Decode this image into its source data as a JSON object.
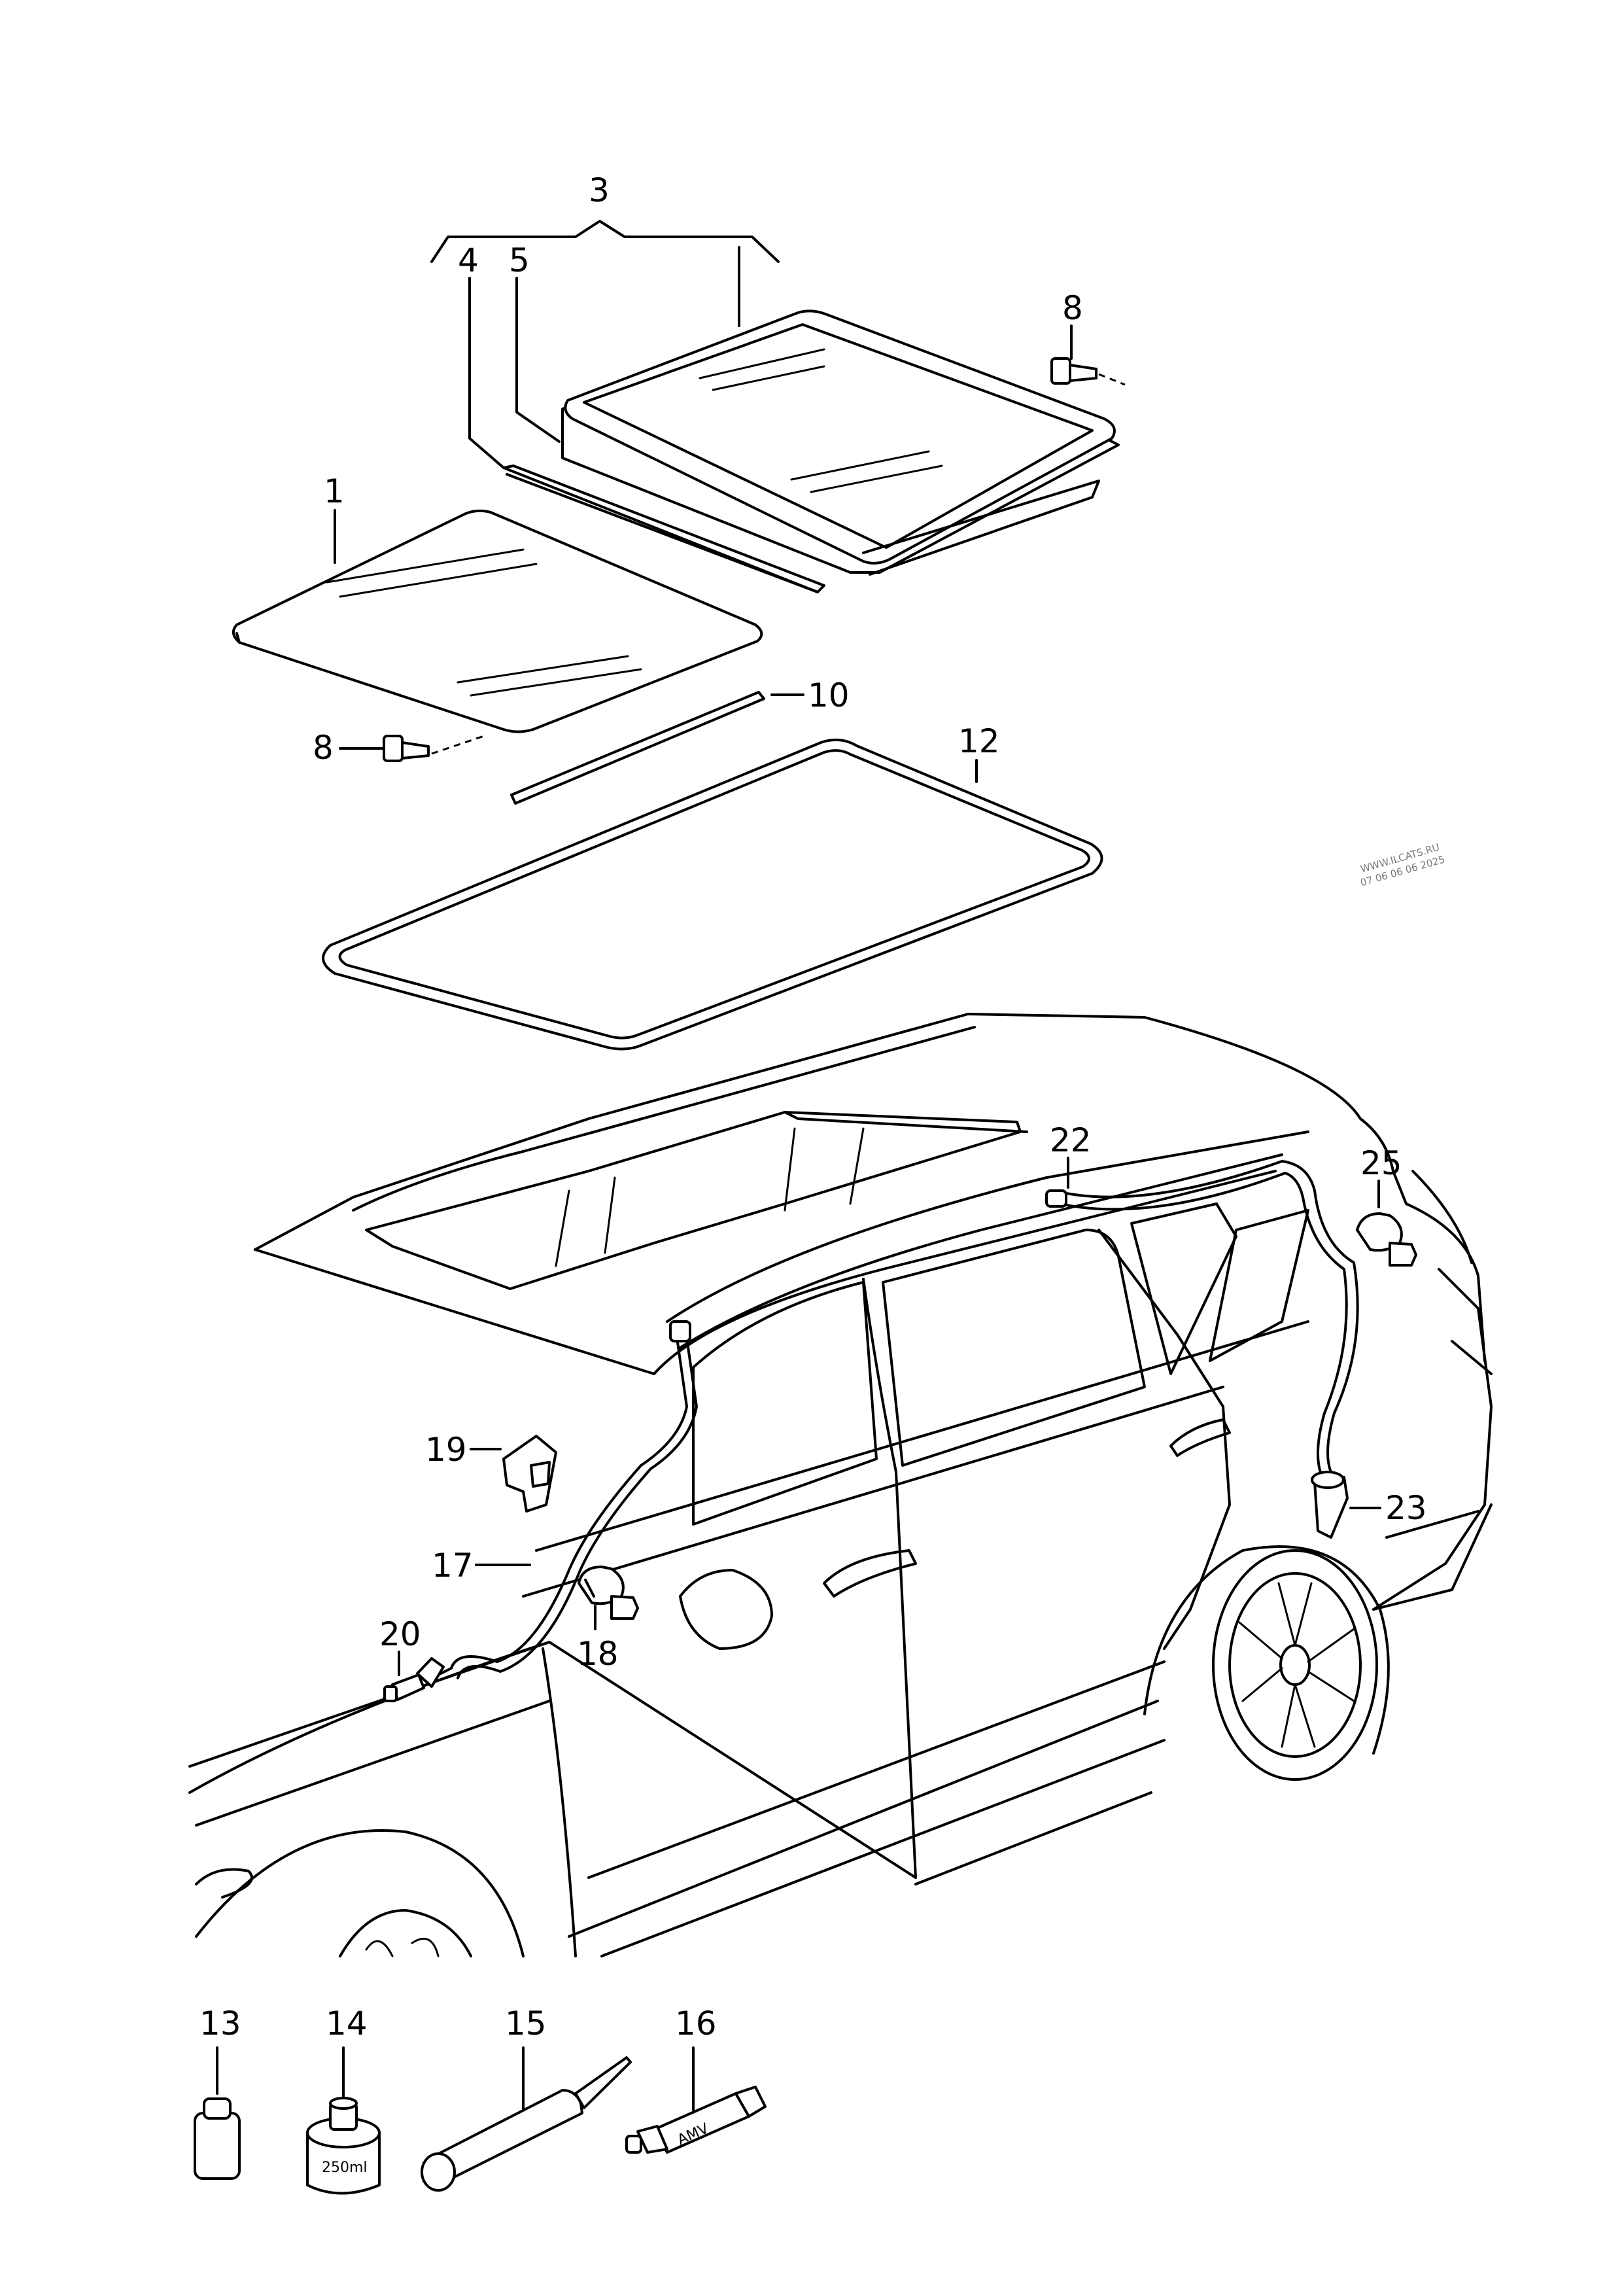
{
  "diagram": {
    "callouts": {
      "p1": "1",
      "p3": "3",
      "p4": "4",
      "p5": "5",
      "p8a": "8",
      "p8b": "8",
      "p10": "10",
      "p12": "12",
      "p13": "13",
      "p14": "14",
      "p15": "15",
      "p16": "16",
      "p17": "17",
      "p18": "18",
      "p19": "19",
      "p20": "20",
      "p22": "22",
      "p23": "23",
      "p25": "25"
    },
    "can_label": "250ml",
    "tube_label": "AMV",
    "watermark": [
      "WWW.ILCATS.RU",
      "07 06 06 06 2025"
    ],
    "line_color": "#000000",
    "background_color": "#ffffff"
  }
}
